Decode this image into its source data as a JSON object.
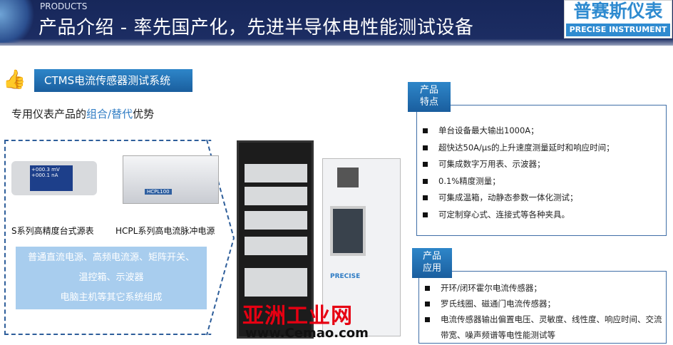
{
  "header": {
    "small": "PRODUCTS",
    "title": "产品介绍 - 率先国产化，先进半导体电性能测试设备"
  },
  "logo": {
    "cn": "普赛斯仪表",
    "en": "PRECISE INSTRUMENT"
  },
  "section": {
    "badge": "CTMS电流传感器测试系统",
    "subtitle_pre": "专用仪表产品的",
    "subtitle_hl": "组合/替代",
    "subtitle_post": "优势"
  },
  "instruments": [
    {
      "caption": "S系列高精度台式源表",
      "screen": [
        "+000.3 mV",
        "+000.1 nA"
      ]
    },
    {
      "caption": "HCPL系列高电流脉冲电源",
      "label": "HCPL100"
    }
  ],
  "combo": [
    "普通直流电源、高频电流源、矩阵开关、",
    "温控箱、示波器",
    "电脑主机等其它系统组成"
  ],
  "chamber_brand": "PRECISE",
  "features": {
    "tab": [
      "产品",
      "特点"
    ],
    "items": [
      "单台设备最大输出1000A；",
      "超快达50A/μs的上升速度测量延时和响应时间；",
      "可集成数字万用表、示波器；",
      "0.1%精度测量；",
      "可集成温箱，动静态参数一体化测试；",
      "可定制穿心式、连接式等各种夹具。"
    ]
  },
  "applications": {
    "tab": [
      "产品",
      "应用"
    ],
    "items": [
      "开环/闭环霍尔电流传感器；",
      "罗氏线圈、磁通门电流传感器；",
      "电流传感器输出偏置电压、灵敏度、线性度、响应时间、交流带宽、噪声频谱等电性能测试等"
    ]
  },
  "watermark": {
    "cn": "亚洲工业网",
    "url": "www.Cemao.com"
  }
}
